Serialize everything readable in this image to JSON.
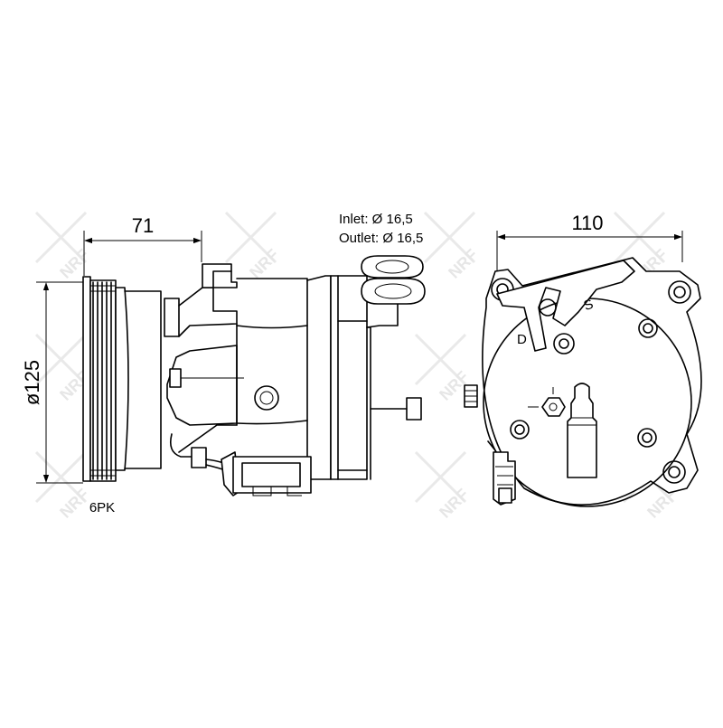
{
  "dimensions": {
    "pulley_width": "71",
    "pulley_diameter": "ø125",
    "belt_type": "6PK",
    "body_width": "110"
  },
  "ports": {
    "inlet": "Inlet: Ø 16,5",
    "outlet": "Outlet: Ø 16,5"
  },
  "port_marks": {
    "discharge": "D",
    "suction": "S"
  },
  "watermark": {
    "text": "NRF",
    "color": "#e6e6e6"
  }
}
